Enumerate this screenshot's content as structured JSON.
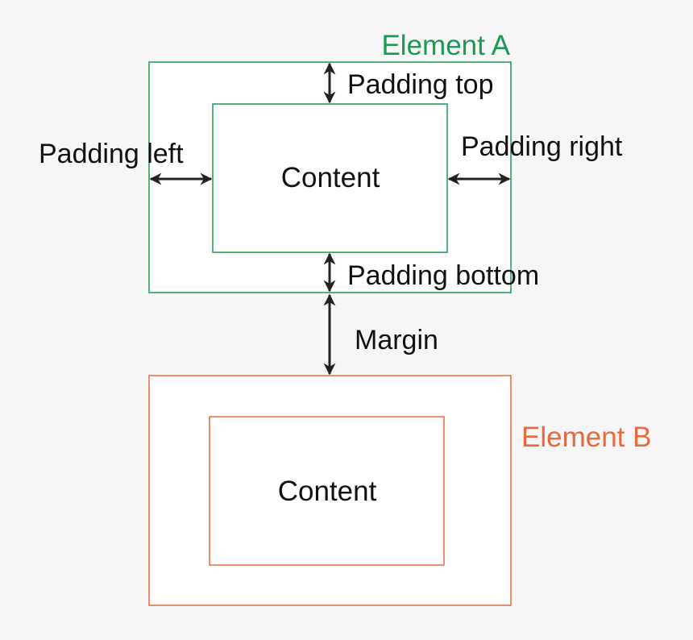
{
  "colors": {
    "background": "#f6f6f6",
    "element_a": "#1a9a52",
    "element_b": "#e8693e",
    "arrow": "#222222",
    "text": "#111111"
  },
  "element_a": {
    "title": "Element A",
    "content": "Content",
    "labels": {
      "padding_top": "Padding top",
      "padding_left": "Padding left",
      "padding_right": "Padding right",
      "padding_bottom": "Padding bottom"
    }
  },
  "margin_label": "Margin",
  "element_b": {
    "title": "Element B",
    "content": "Content"
  }
}
